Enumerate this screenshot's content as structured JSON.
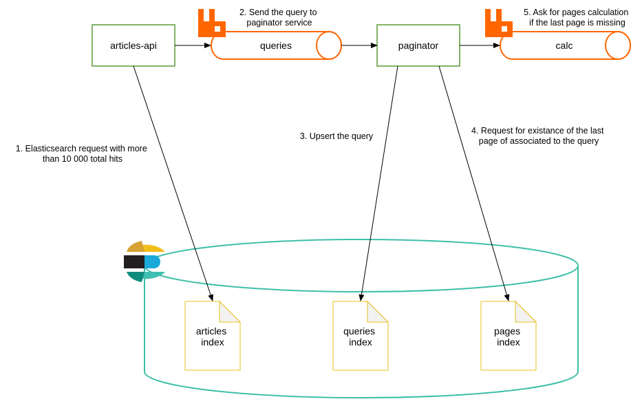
{
  "colors": {
    "service_stroke": "#82b366",
    "queue_stroke": "#ff6600",
    "rabbitmq": "#ff6600",
    "cylinder_stroke": "#3dbfa8",
    "doc_stroke": "#e6c01e",
    "doc_fold": "#f2f2f2",
    "arrow": "#000000",
    "elastic_yellow": "#f0bf1a",
    "elastic_dark": "#231f20",
    "elastic_blue": "#1ba9d9",
    "elastic_green": "#3ebeb0",
    "elastic_teal": "#0f8c7e",
    "elastic_gold": "#d6a231"
  },
  "services": {
    "articles_api": "articles-api",
    "paginator": "paginator"
  },
  "queues": {
    "queries": "queries",
    "calc": "calc"
  },
  "icons": {
    "queue_logo": "rabbitmq-icon",
    "storage_logo": "elasticsearch-icon"
  },
  "steps": {
    "step1": [
      "1. Elasticsearch request with more",
      "than 10 000 total hits"
    ],
    "step2": [
      "2. Send the query to",
      "paginator service"
    ],
    "step3": [
      "3. Upsert the query"
    ],
    "step4": [
      "4. Request for existance of the last",
      "page of associated to the query"
    ],
    "step5": [
      "5. Ask for pages calculation",
      "if the last page is missing"
    ]
  },
  "indices": {
    "articles": [
      "articles",
      "index"
    ],
    "queries": [
      "queries",
      "index"
    ],
    "pages": [
      "pages",
      "index"
    ]
  }
}
